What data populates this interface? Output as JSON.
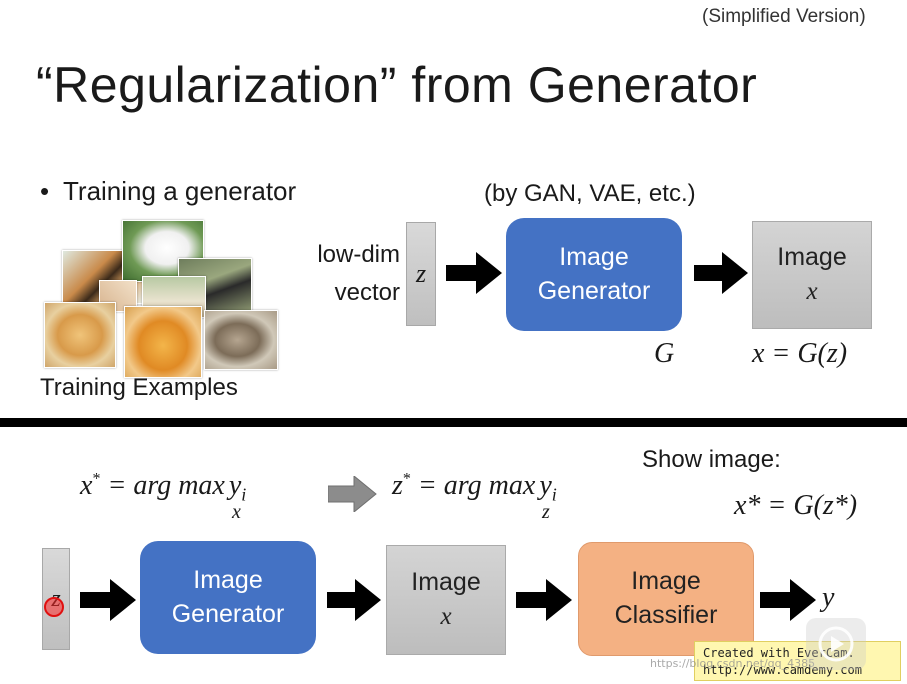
{
  "slide": {
    "subtitle": "(Simplified Version)",
    "title": "“Regularization” from Generator"
  },
  "top": {
    "bullet": "•",
    "bullet_text": "Training a generator",
    "method_note": "(by GAN, VAE, etc.)",
    "training_caption": "Training Examples",
    "lowdim_line1": "low-dim",
    "lowdim_line2": "vector",
    "z": "z",
    "generator_line1": "Image",
    "generator_line2": "Generator",
    "image_line1": "Image",
    "image_var": "x",
    "g_label": "G",
    "equation": "x = G(z)"
  },
  "bottom": {
    "eq1_x": "x",
    "eq1_star": "*",
    "eq1_rest": " = arg max",
    "eq1_sub": "x",
    "eq1_y": "y",
    "eq1_i": "i",
    "eq2_z": "z",
    "eq2_star": "*",
    "eq2_rest": " = arg max",
    "eq2_sub": "z",
    "eq2_y": "y",
    "eq2_i": "i",
    "show_image": "Show image:",
    "show_eq": "x* = G(z*)",
    "z": "z",
    "generator_line1": "Image",
    "generator_line2": "Generator",
    "image_line1": "Image",
    "image_var": "x",
    "classifier_line1": "Image",
    "classifier_line2": "Classifier",
    "y": "y"
  },
  "watermark": {
    "line1": "Created with EverCam.",
    "line2": "http://www.camdemy.com",
    "blog": "https://blog.csdn.net/qq_4385"
  },
  "colors": {
    "generator": "#4472c4",
    "classifier": "#f4b183",
    "image_box": "#c8c8c8",
    "divider": "#000000"
  }
}
